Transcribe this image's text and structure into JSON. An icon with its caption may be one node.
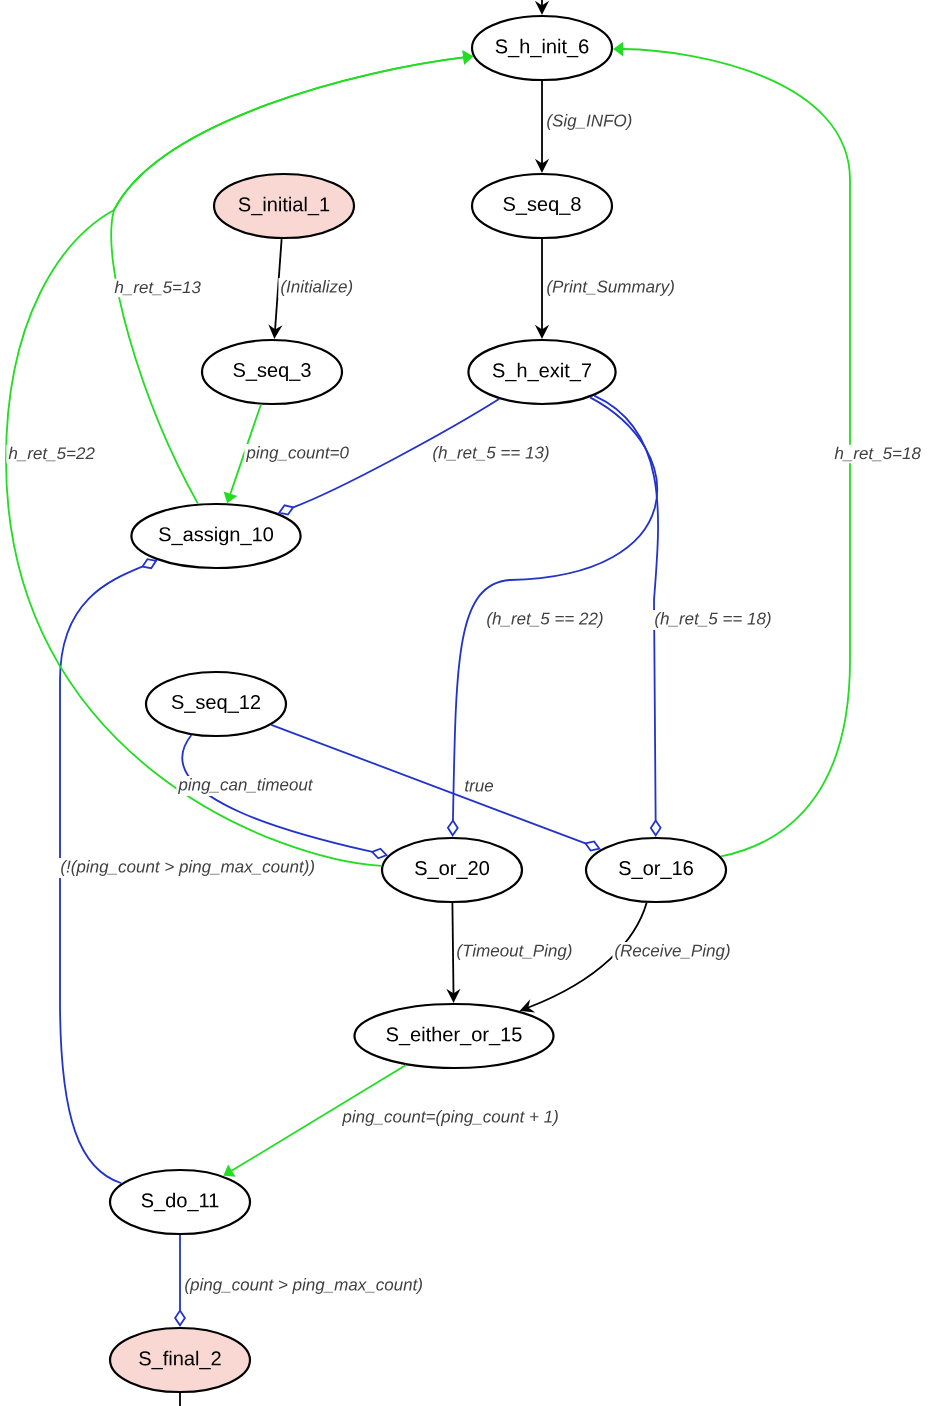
{
  "diagram": {
    "nodes": [
      {
        "text": [
          "S_h_init_6"
        ]
      },
      {
        "text": [
          "S_initial_1"
        ]
      },
      {
        "text": [
          "S_seq_8"
        ]
      },
      {
        "text": [
          "S_seq_3"
        ]
      },
      {
        "text": [
          "S_h_exit_7"
        ]
      },
      {
        "text": [
          "S_assign_10"
        ]
      },
      {
        "text": [
          "S_seq_12"
        ]
      },
      {
        "text": [
          "S_or_20"
        ]
      },
      {
        "text": [
          "S_or_16"
        ]
      },
      {
        "text": [
          "S_either_or_15"
        ]
      },
      {
        "text": [
          "S_do_11"
        ]
      },
      {
        "text": [
          "S_final_2"
        ]
      }
    ],
    "edges": [
      {
        "from": null,
        "to": 0,
        "arrow": "to",
        "color": "#000000"
      },
      {
        "from": 0,
        "to": 2,
        "arrow": "to",
        "label": "(Sig_INFO)",
        "color": "#000000"
      },
      {
        "from": 2,
        "to": 4,
        "arrow": "to",
        "label": "(Print_Summary)",
        "color": "#000000"
      },
      {
        "from": 1,
        "to": 3,
        "arrow": "to",
        "label": "(Initialize)",
        "color": "#000000"
      },
      {
        "from": 3,
        "to": 5,
        "arrow": "to",
        "label": "ping_count=0",
        "color": "#22dd22"
      },
      {
        "from": 4,
        "to": 5,
        "arrow": "other",
        "label": "(h_ret_5 == 13)",
        "color": "#2233cc"
      },
      {
        "from": 4,
        "to": 7,
        "arrow": "other",
        "label": "(h_ret_5 == 22)",
        "color": "#2233cc"
      },
      {
        "from": 4,
        "to": 8,
        "arrow": "other",
        "label": "(h_ret_5 == 18)",
        "color": "#2233cc"
      },
      {
        "from": 6,
        "to": 7,
        "arrow": "other",
        "label": "ping_can_timeout",
        "color": "#2233cc"
      },
      {
        "from": 6,
        "to": 8,
        "arrow": "other",
        "label": "true",
        "color": "#2233cc"
      },
      {
        "from": 10,
        "to": 5,
        "arrow": "other",
        "label": "(!(ping_count > ping_max_count))",
        "color": "#2233cc"
      },
      {
        "from": 10,
        "to": 11,
        "arrow": "other",
        "label": "(ping_count > ping_max_count)",
        "color": "#2233cc"
      },
      {
        "from": 7,
        "to": 9,
        "arrow": "to",
        "label": "(Timeout_Ping)",
        "color": "#000000"
      },
      {
        "from": 8,
        "to": 9,
        "arrow": "to",
        "label": "(Receive_Ping)",
        "color": "#000000"
      },
      {
        "from": 9,
        "to": 10,
        "arrow": "to",
        "label": "ping_count=(ping_count + 1)",
        "color": "#22dd22"
      },
      {
        "from": 5,
        "to": 0,
        "arrow": "to",
        "label": "h_ret_5=13",
        "color": "#22dd22"
      },
      {
        "from": 7,
        "to": 0,
        "arrow": "to",
        "label": "h_ret_5=22",
        "color": "#22dd22"
      },
      {
        "from": 8,
        "to": 0,
        "arrow": "to",
        "label": "h_ret_5=18",
        "color": "#22dd22"
      },
      {
        "from": 11,
        "to": null,
        "arrow": "none",
        "color": "#000000"
      }
    ]
  }
}
